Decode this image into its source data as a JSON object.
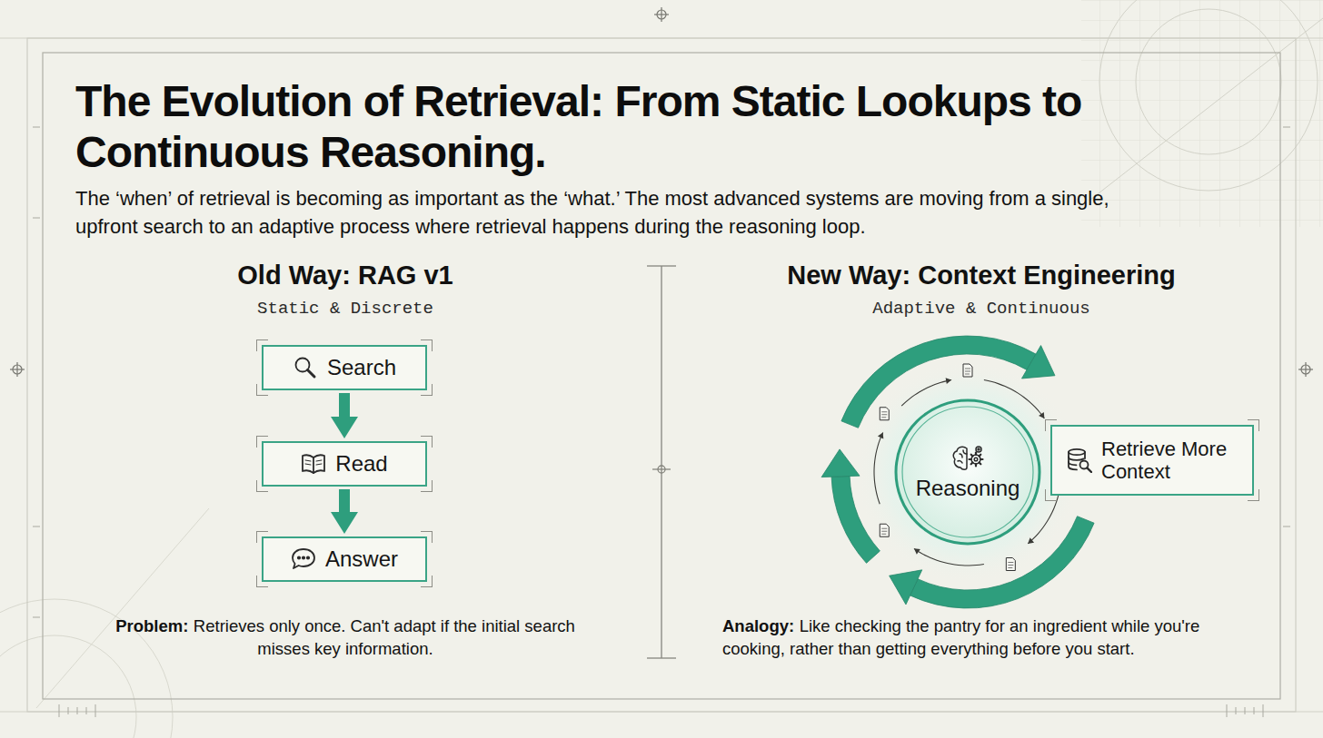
{
  "diagram": {
    "title": "The Evolution of Retrieval: From Static Lookups to Continuous Reasoning.",
    "nodes": [
      {
        "text": [
          "Search"
        ]
      },
      {
        "text": [
          "Read"
        ]
      },
      {
        "text": [
          "Answer"
        ]
      },
      {
        "text": [
          "Reasoning"
        ]
      },
      {
        "text": [
          "Retrieve More Context"
        ]
      }
    ],
    "edges": [
      {
        "from": 0,
        "to": 1,
        "arrow": "to"
      },
      {
        "from": 1,
        "to": 2,
        "arrow": "to"
      }
    ],
    "labels": [
      "The ‘when’ of retrieval is becoming as important as the ‘what.’ The most advanced systems are moving from a single, upfront search to an adaptive process where retrieval happens during the reasoning loop.",
      "Old Way: RAG v1",
      "Static & Discrete",
      "Problem:",
      "Retrieves only once. Can't adapt if the initial search misses key information.",
      "New Way: Context Engineering",
      "Adaptive & Continuous",
      "Analogy:",
      "Like checking the pantry for an ingredient while you're cooking, rather than getting everything before you start."
    ]
  }
}
